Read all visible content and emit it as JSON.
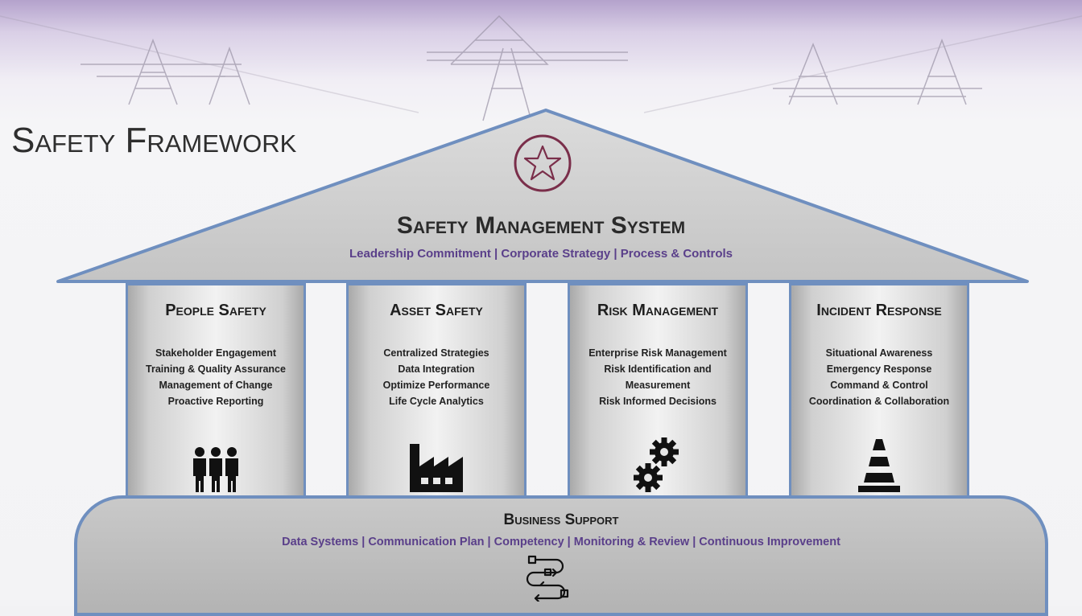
{
  "title": "Safety Framework",
  "roof": {
    "title": "Safety Management System",
    "subtitle": "Leadership Commitment  |  Corporate Strategy  |  Process & Controls",
    "icon": "star-icon"
  },
  "pillars": [
    {
      "title": "People Safety",
      "items": [
        "Stakeholder Engagement",
        "Training & Quality Assurance",
        "Management of Change",
        "Proactive Reporting"
      ],
      "icon": "people-icon"
    },
    {
      "title": "Asset Safety",
      "items": [
        "Centralized Strategies",
        "Data Integration",
        "Optimize Performance",
        "Life Cycle Analytics"
      ],
      "icon": "factory-icon"
    },
    {
      "title": "Risk Management",
      "items": [
        "Enterprise Risk Management",
        "Risk Identification and",
        "Measurement",
        "Risk Informed Decisions"
      ],
      "icon": "gears-icon"
    },
    {
      "title": "Incident Response",
      "items": [
        "Situational Awareness",
        "Emergency Response",
        "Command & Control",
        "Coordination & Collaboration"
      ],
      "icon": "traffic-cone-icon"
    }
  ],
  "base": {
    "title": "Business Support",
    "subtitle": "Data Systems  |  Communication Plan |  Competency  |  Monitoring & Review  |  Continuous Improvement",
    "icon": "workflow-icon"
  },
  "colors": {
    "border": "#6f8fbf",
    "accent_text": "#5a3f8a",
    "star": "#7a2e4a",
    "header_tint": "#b4a2cc"
  }
}
